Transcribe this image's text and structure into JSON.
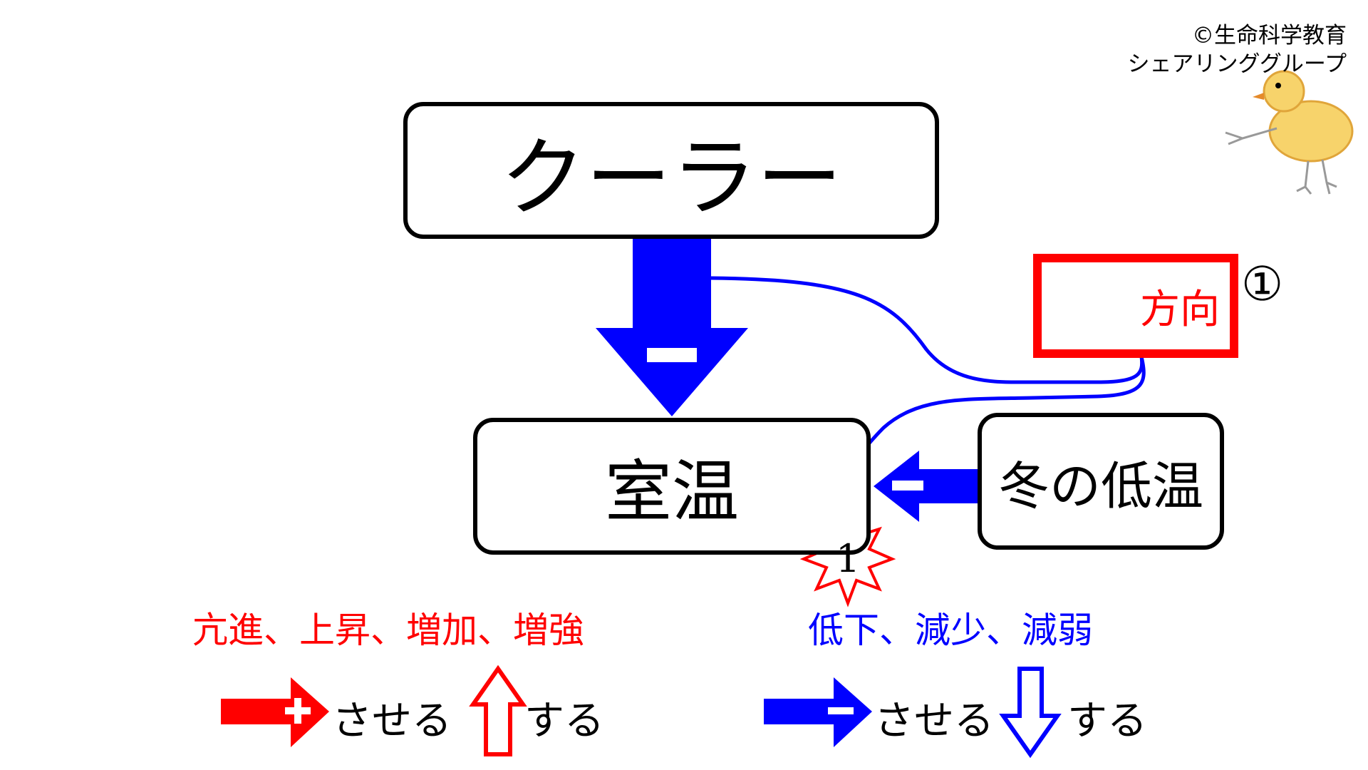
{
  "copyright": {
    "line1": "©生命科学教育",
    "line2": "シェアリンググループ"
  },
  "boxes": {
    "cooler": "クーラー",
    "room_temperature": "室温",
    "winter_low_temp": "冬の低温",
    "direction": "方向"
  },
  "markers": {
    "circled_one": "①",
    "burst_number": "1"
  },
  "captions": {
    "increase": "亢進、上昇、増加、増強",
    "decrease": "低下、減少、減弱"
  },
  "legend": {
    "red_make": "させる",
    "red_do": "する",
    "blue_make": "させる",
    "blue_do": "する"
  },
  "colors": {
    "positive": "#ff0000",
    "negative": "#0000ff",
    "outline": "#000000"
  }
}
